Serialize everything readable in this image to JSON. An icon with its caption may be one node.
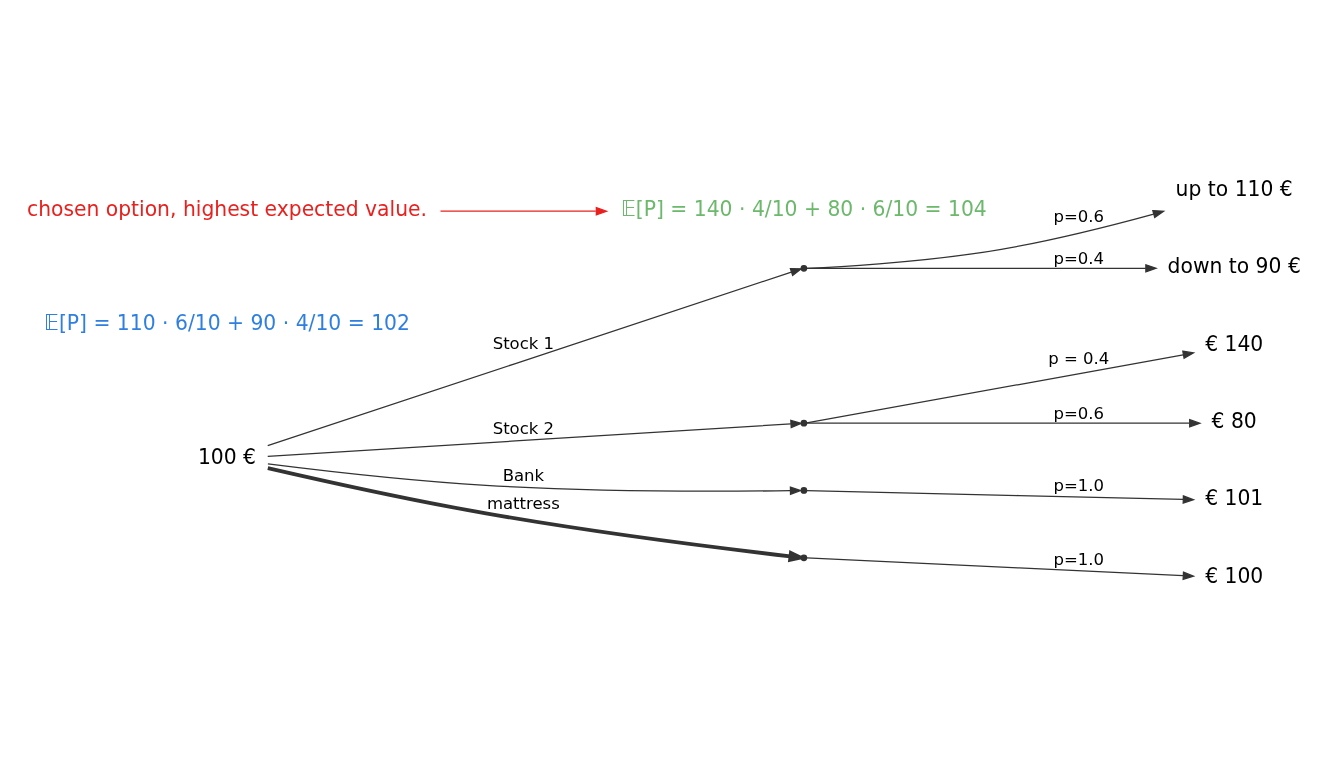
{
  "diagram": {
    "nodes": [
      {
        "text": [
          "100 €"
        ]
      },
      {
        "text": [],
        "shape": "point"
      },
      {
        "text": [
          "up to 110 €"
        ]
      },
      {
        "text": [
          "down to 90 €"
        ]
      },
      {
        "text": [],
        "shape": "point"
      },
      {
        "text": [
          "€ 140"
        ]
      },
      {
        "text": [
          "€ 80"
        ]
      },
      {
        "text": [],
        "shape": "point"
      },
      {
        "text": [
          "€ 101"
        ]
      },
      {
        "text": [],
        "shape": "point"
      },
      {
        "text": [
          "€ 100"
        ]
      },
      {
        "text": [
          "𝔼[P] = 110 · 6/10 + 90 · 4/10 = 102"
        ]
      },
      {
        "text": [
          "𝔼[P] = 140 · 4/10 + 80 · 6/10 = 104"
        ]
      },
      {
        "text": [
          "chosen option, highest expected value."
        ]
      }
    ],
    "edges": [
      {
        "from": 0,
        "to": 1,
        "arrow": "to",
        "label": "Stock 1"
      },
      {
        "from": 1,
        "to": 2,
        "arrow": "to",
        "label": "p=0.6"
      },
      {
        "from": 1,
        "to": 3,
        "arrow": "to",
        "label": "p=0.4"
      },
      {
        "from": 0,
        "to": 4,
        "arrow": "to",
        "label": "Stock 2"
      },
      {
        "from": 4,
        "to": 5,
        "arrow": "to",
        "label": "p = 0.4"
      },
      {
        "from": 4,
        "to": 6,
        "arrow": "to",
        "label": "p=0.6"
      },
      {
        "from": 0,
        "to": 7,
        "arrow": "to",
        "label": "Bank"
      },
      {
        "from": 7,
        "to": 8,
        "arrow": "to",
        "label": "p=1.0"
      },
      {
        "from": 0,
        "to": 9,
        "arrow": "to",
        "label": "mattress",
        "style": "thick"
      },
      {
        "from": 9,
        "to": 10,
        "arrow": "to",
        "label": "p=1.0"
      },
      {
        "from": 13,
        "to": 12,
        "arrow": "to",
        "color": "#e8201e"
      }
    ]
  }
}
